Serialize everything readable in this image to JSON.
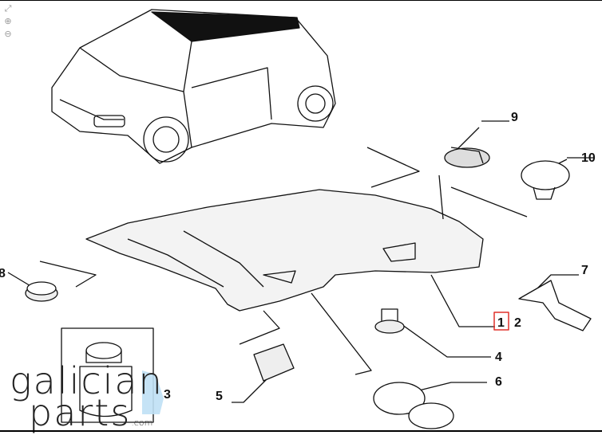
{
  "toolbar": {
    "items": [
      {
        "name": "fit-icon",
        "glyph": "⤢"
      },
      {
        "name": "zoom-in-icon",
        "glyph": "⊕"
      },
      {
        "name": "zoom-out-icon",
        "glyph": "⊖"
      }
    ]
  },
  "callouts": {
    "c1": "1",
    "c2": "2",
    "c3": "3",
    "c4": "4",
    "c5": "5",
    "c6": "6",
    "c7": "7",
    "c8": "8",
    "c9": "9",
    "c10": "10"
  },
  "highlight_color": "#e0302a",
  "watermark": {
    "line1": "galician",
    "line2": "parts",
    "suffix": ".com",
    "accent": "#bfe0f5"
  }
}
